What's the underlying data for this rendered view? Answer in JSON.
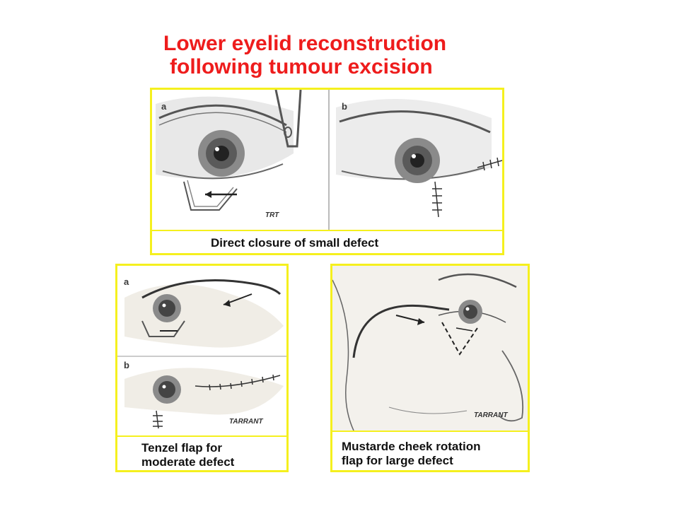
{
  "title": {
    "line1": "Lower eyelid reconstruction",
    "line2": "following tumour excision"
  },
  "colors": {
    "title": "#ee1c1c",
    "panel_border": "#f5f01e"
  },
  "panel_top": {
    "label_a": "a",
    "label_b": "b",
    "signature": "TRT",
    "caption": "Direct closure of small defect"
  },
  "panel_left": {
    "label_a": "a",
    "label_b": "b",
    "signature": "TARRANT",
    "caption_line1": "Tenzel flap for",
    "caption_line2": "moderate defect"
  },
  "panel_right": {
    "signature": "TARRANT",
    "caption_line1": "Mustarde cheek rotation",
    "caption_line2": "flap for large defect"
  }
}
